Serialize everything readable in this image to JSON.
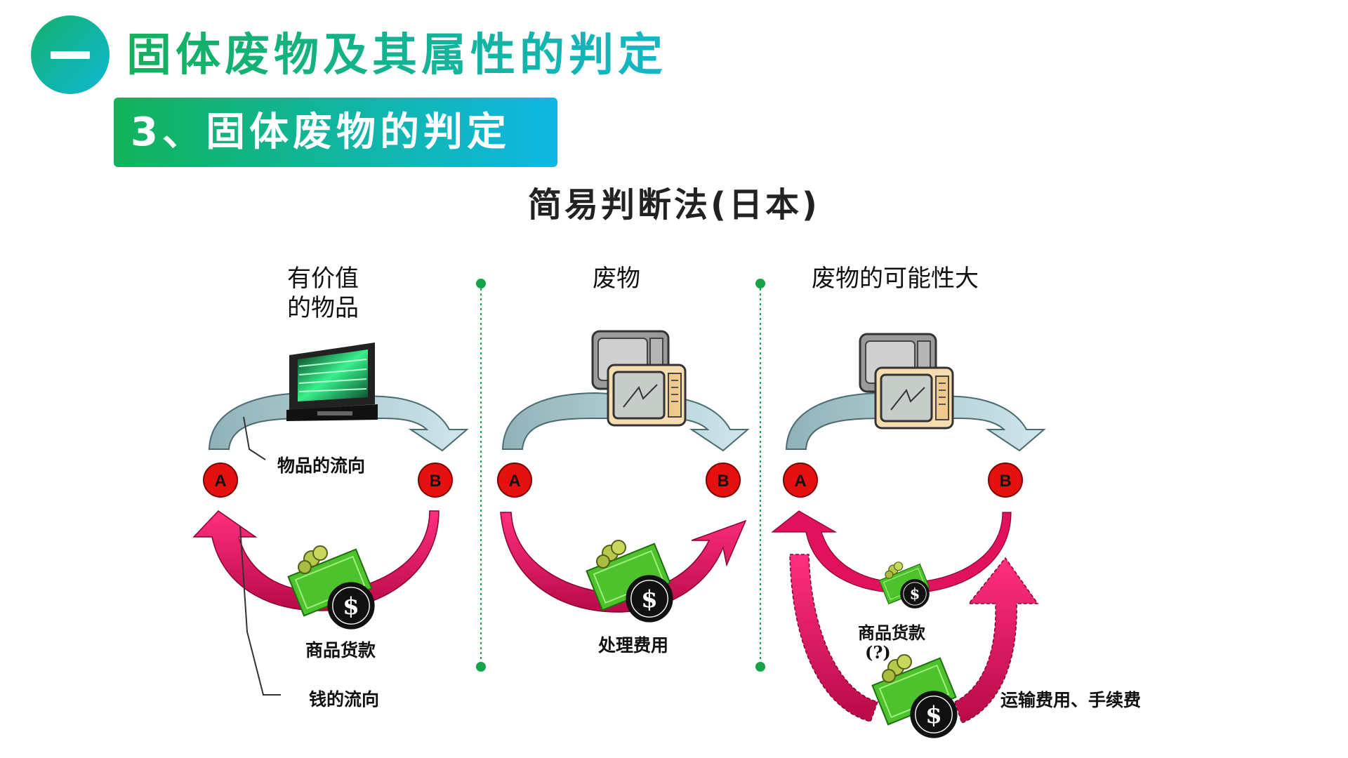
{
  "header": {
    "section_number": "一",
    "title": "固体废物及其属性的判定",
    "subtitle": "3、固体废物的判定"
  },
  "diagram": {
    "title": "简易判断法(日本)",
    "panels": [
      {
        "heading_line1": "有价值",
        "heading_line2": "的物品",
        "node_a": "A",
        "node_b": "B",
        "goods_flow_label": "物品的流向",
        "money_label": "商品货款",
        "money_flow_label": "钱的流向"
      },
      {
        "heading": "废物",
        "node_a": "A",
        "node_b": "B",
        "money_label": "处理费用"
      },
      {
        "heading": "废物的可能性大",
        "node_a": "A",
        "node_b": "B",
        "money_label_line1": "商品货款",
        "money_label_line2": "(?)",
        "cost_label": "运输费用、手续费"
      }
    ],
    "colors": {
      "goods_arrow": "#b9d7dc",
      "money_arrow": "#e0125e",
      "node_fill": "#e51010",
      "divider": "#16a34a",
      "cash": "#4ec22c"
    },
    "icons": [
      "monitor-icon",
      "microwave-icon",
      "cash-icon",
      "dollar-coin-icon"
    ]
  }
}
